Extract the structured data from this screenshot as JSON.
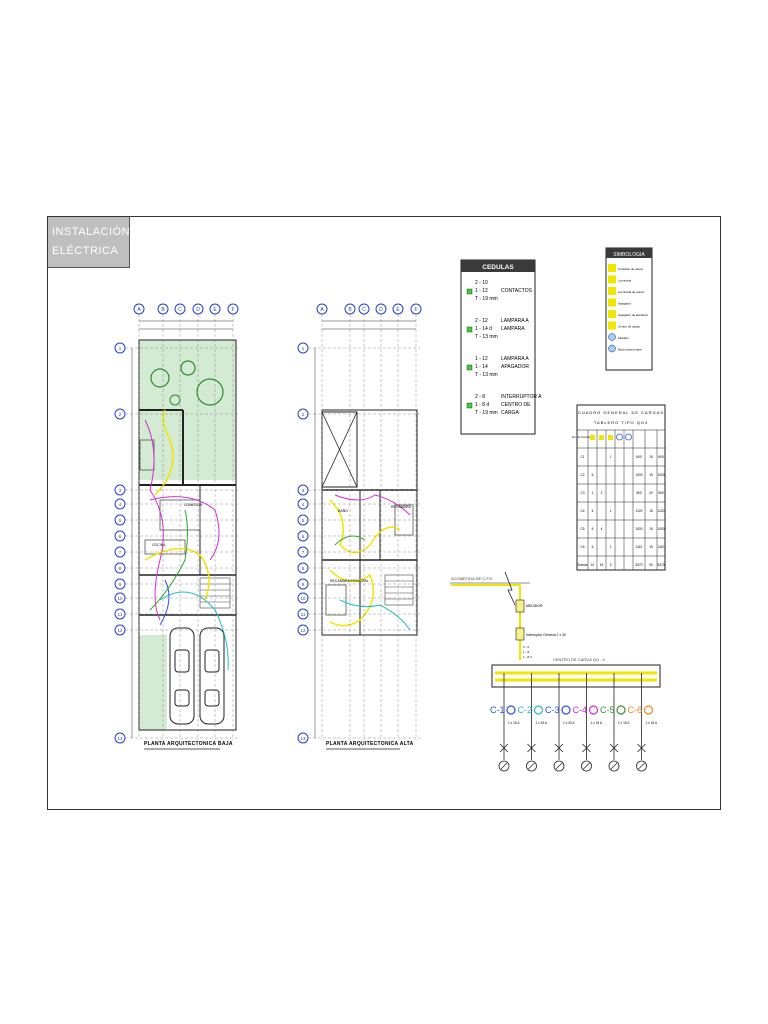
{
  "title": {
    "line1": "INSTALACIÓN",
    "line2": "ELÉCTRICA"
  },
  "plan_ground": {
    "label": "PLANTA ARQUITECTONICA BAJA",
    "rooms": [
      "COMEDOR",
      "COCINA"
    ]
  },
  "plan_upper": {
    "label": "PLANTA ARQUITECTONICA ALTA",
    "rooms": [
      "BAÑO",
      "RECAMARA",
      "RECAMARA PRINCIPAL"
    ]
  },
  "axis_letters": [
    "A",
    "B",
    "C",
    "D",
    "E",
    "F"
  ],
  "axis_numbers": [
    "1",
    "2",
    "3",
    "4",
    "5",
    "6",
    "7",
    "8",
    "9",
    "10",
    "11",
    "12",
    "13"
  ],
  "cedulas": {
    "header": "CEDULAS",
    "items": [
      {
        "spec": [
          "2 - 10",
          "1 - 12",
          "T - 19 mm"
        ],
        "label": [
          "CONTACTOS"
        ]
      },
      {
        "spec": [
          "2 - 12",
          "1 - 14 d",
          "T - 13 mm"
        ],
        "label": [
          "LAMPARA A",
          "LAMPARA"
        ]
      },
      {
        "spec": [
          "1 - 12",
          "1 - 14",
          "T - 13 mm"
        ],
        "label": [
          "LAMPARA A",
          "APAGADOR"
        ]
      },
      {
        "spec": [
          "2 - 8",
          "1 - 8 d",
          "T - 19 mm"
        ],
        "label": [
          "INTERRUPTOR A",
          "CENTRO DE",
          "CARGA"
        ]
      }
    ]
  },
  "simbologia": {
    "header": "SIMBOLOGIA",
    "items": [
      "Contacto de pared",
      "Luminaria",
      "Luminaria de pared",
      "Apagador",
      "Apagador de Escalera",
      "Centro de carga",
      "Medidor",
      "Botón para timbre"
    ]
  },
  "cuadro": {
    "title": "CUADRO GENERAL DE CARGAS",
    "subtitle": "TABLERO TIPO QO4",
    "col_headers": [
      "No. de Circuitos",
      "",
      "",
      "",
      "",
      "",
      "",
      "",
      ""
    ],
    "rows": [
      [
        "C1",
        "",
        "",
        "1",
        "",
        "",
        "600",
        "15",
        "600"
      ],
      [
        "C2",
        "6",
        "",
        "",
        "",
        "",
        "1000",
        "15",
        "1000"
      ],
      [
        "C3",
        "1",
        "2",
        "",
        "",
        "",
        "500",
        "20",
        "500"
      ],
      [
        "C4",
        "4",
        "",
        "1",
        "",
        "",
        "1120",
        "15",
        "1120"
      ],
      [
        "C5",
        "6",
        "4",
        "",
        "",
        "",
        "1000",
        "15",
        "1000"
      ],
      [
        "C6",
        "6",
        "",
        "1",
        "",
        "",
        "1110",
        "15",
        "1110"
      ],
      [
        "Sumas",
        "10",
        "15",
        "3",
        "",
        "",
        "5370",
        "90",
        "5370"
      ]
    ]
  },
  "diagram": {
    "acometida": "ACOMETIDA DE C.F.E.",
    "medidor": "MEDIDOR",
    "interruptor": "Interruptor General 2 x 30",
    "wires": [
      "2 - 6",
      "1 - 8",
      "1 - 8 d"
    ],
    "panel_label": "CENTRO DE CARGA QO - 4",
    "circuits": [
      {
        "name": "C-1",
        "breaker": "1 x 15 A",
        "color": "#2b50e6"
      },
      {
        "name": "C-2",
        "breaker": "1 x 15 A",
        "color": "#2bb8c9"
      },
      {
        "name": "C-3",
        "breaker": "1 x 20 A",
        "color": "#2b50e6"
      },
      {
        "name": "C-4",
        "breaker": "1 x 15 A",
        "color": "#d42cd4"
      },
      {
        "name": "C-5",
        "breaker": "1 x 15 A",
        "color": "#3a8f3a"
      },
      {
        "name": "C-6",
        "breaker": "1 x 15 A",
        "color": "#f08a24"
      }
    ]
  },
  "colors": {
    "wire_yellow": "#f2e600",
    "wire_magenta": "#d42cd4",
    "wire_cyan": "#20c0c8",
    "wire_green": "#2ea82e",
    "axis_blue": "#2840c8",
    "grass": "#cfe7cf"
  }
}
